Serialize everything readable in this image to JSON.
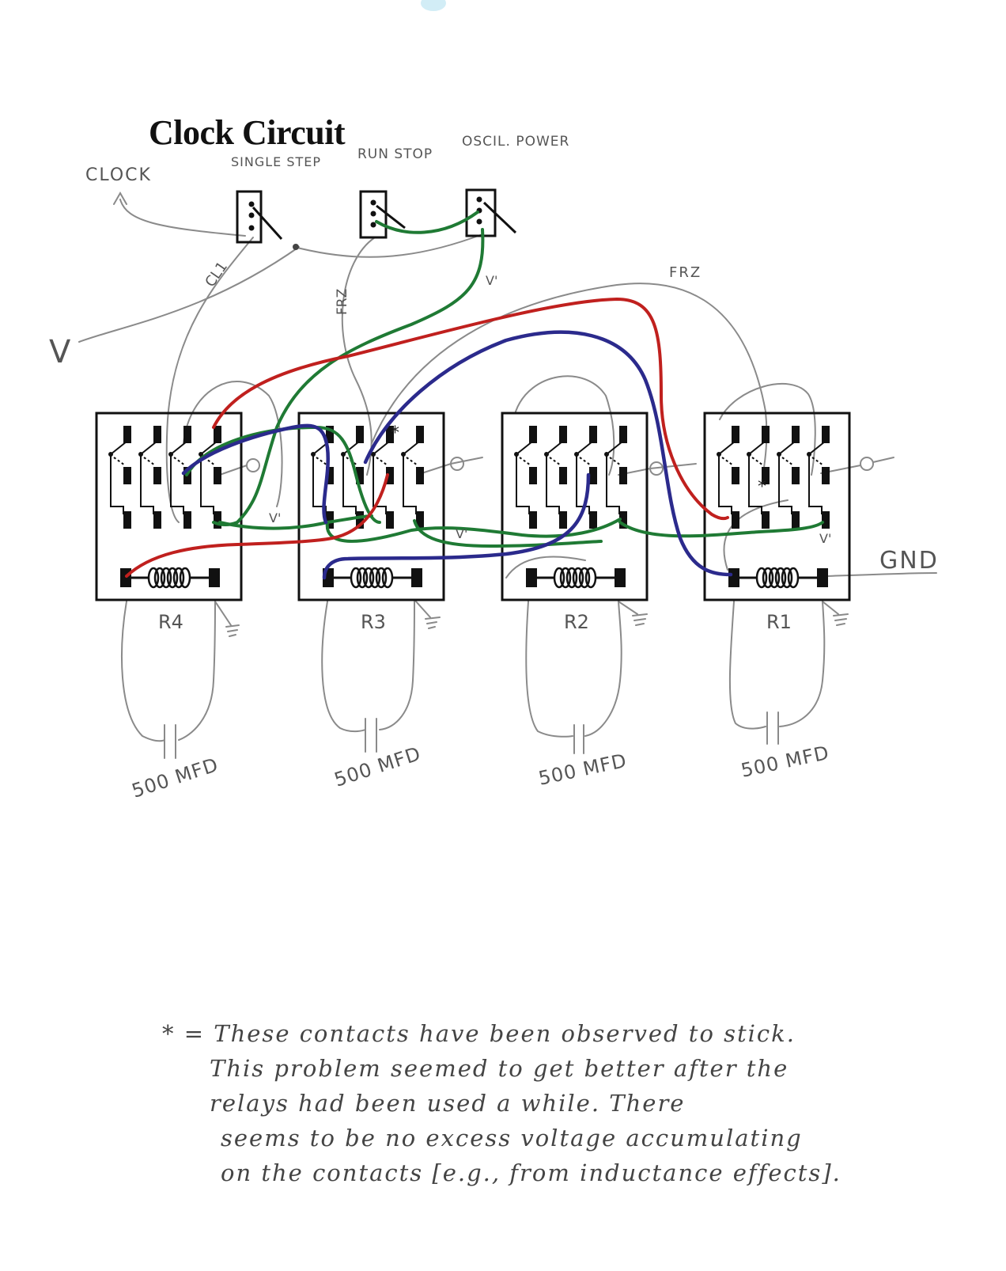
{
  "title": "Clock Circuit",
  "labels": {
    "clock": "CLOCK",
    "single_step": "SINGLE STEP",
    "run_stop": "RUN STOP",
    "oscil_power": "OSCIL. POWER",
    "v": "V",
    "cl1": "CL1",
    "frz_vertical": "FRZ",
    "frz_top": "FRZ",
    "v_prime_switch": "V'",
    "gnd": "GND",
    "v_prime": "V'",
    "star": "*"
  },
  "relays": [
    {
      "name": "R4",
      "capacitor": "500 MFD"
    },
    {
      "name": "R3",
      "capacitor": "500 MFD"
    },
    {
      "name": "R2",
      "capacitor": "500 MFD"
    },
    {
      "name": "R1",
      "capacitor": "500 MFD"
    }
  ],
  "note": {
    "prefix": "* = ",
    "lines": [
      "These contacts have been observed to stick.",
      "This problem seemed to get better after the",
      "relays had been used a while. There",
      "seems to be no excess voltage accumulating",
      "on the contacts [e.g., from inductance effects]."
    ]
  },
  "colors": {
    "pencil": "#8a8a8a",
    "ink": "#111111",
    "red_wire": "#c0201e",
    "green_wire": "#1f7a34",
    "blue_wire": "#2b2a8c"
  }
}
